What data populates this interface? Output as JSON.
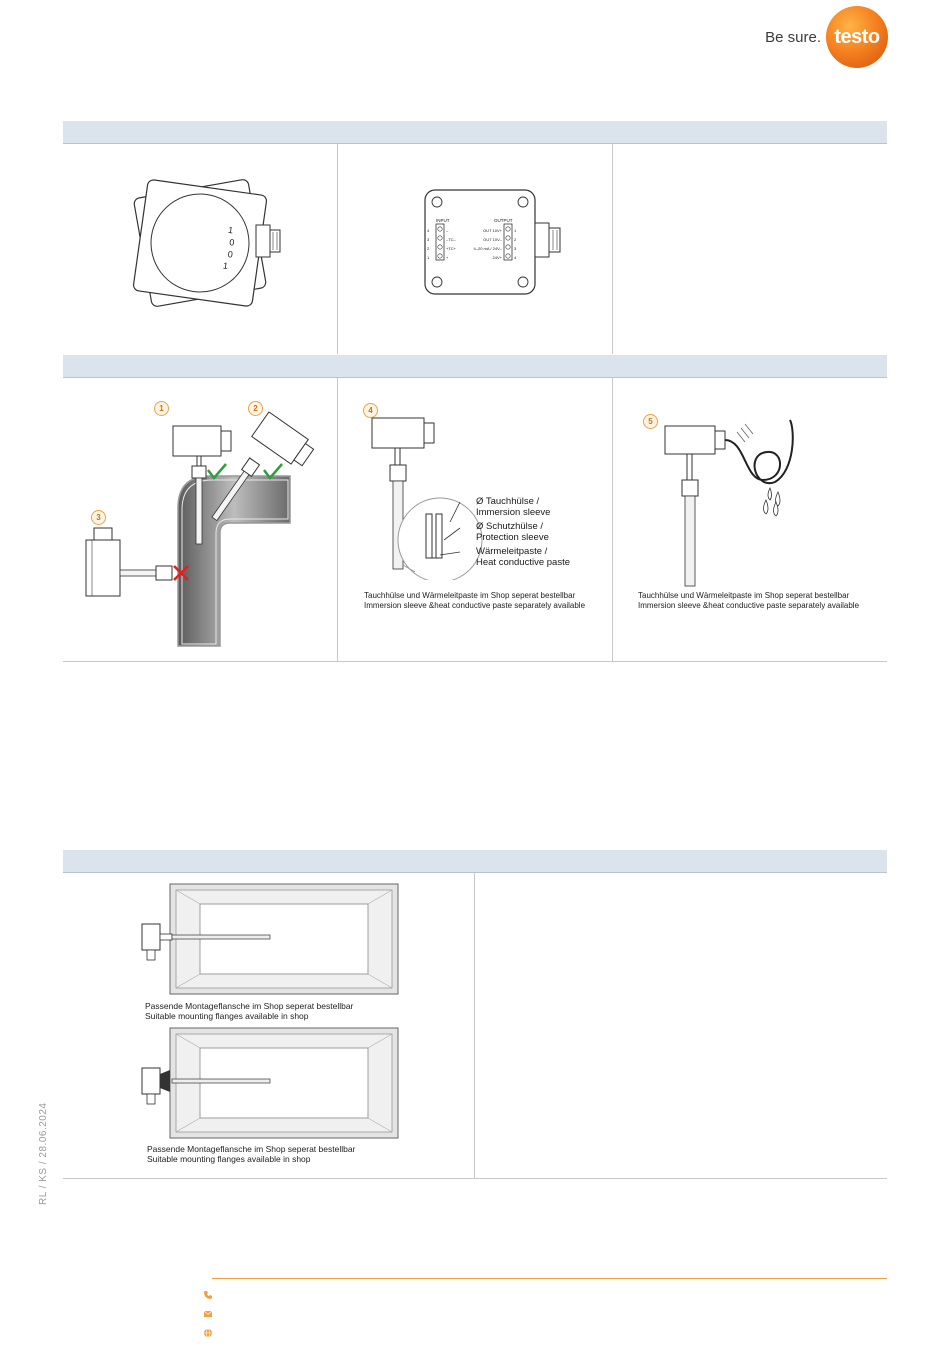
{
  "header": {
    "tagline": "Be sure.",
    "logo_text": "testo",
    "brand_color": "#f58220"
  },
  "connection": {
    "input_title": "INPUT",
    "output_title": "OUTPUT",
    "input_rows": [
      {
        "num": "4",
        "label": "–"
      },
      {
        "num": "3",
        "label": "–TC–"
      },
      {
        "num": "2",
        "label": "+TC+"
      },
      {
        "num": "1",
        "label": "+"
      }
    ],
    "output_rows": [
      {
        "num": "1",
        "label": "OUT 10V+"
      },
      {
        "num": "2",
        "label": "OUT 10V–"
      },
      {
        "num": "3",
        "label": "4–20 mA / 24V–"
      },
      {
        "num": "4",
        "label": "24V+"
      }
    ]
  },
  "installation": {
    "badges": [
      "1",
      "2",
      "3",
      "4",
      "5"
    ],
    "sleeve_labels": [
      {
        "line1": "Ø Tauchhülse /",
        "line2": "Immersion sleeve"
      },
      {
        "line1": "Ø Schutzhülse /",
        "line2": "Protection sleeve"
      },
      {
        "line1": "Wärmeleitpaste /",
        "line2": "Heat conductive paste"
      }
    ],
    "caption_de": "Tauchhülse und Wärmeleitpaste im Shop seperat bestellbar",
    "caption_en": "Immersion sleeve &heat conductive paste separately available",
    "ok_color": "#2e9e3e",
    "bad_color": "#e02020"
  },
  "duct": {
    "caption_de": "Passende Montageflansche im Shop seperat bestellbar",
    "caption_en": "Suitable mounting flanges available in shop"
  },
  "footer": {
    "icons": [
      "phone-icon",
      "mail-icon",
      "globe-icon"
    ],
    "accent": "#f0a040"
  },
  "side_stamp": "RL / KS / 28.06.2024"
}
